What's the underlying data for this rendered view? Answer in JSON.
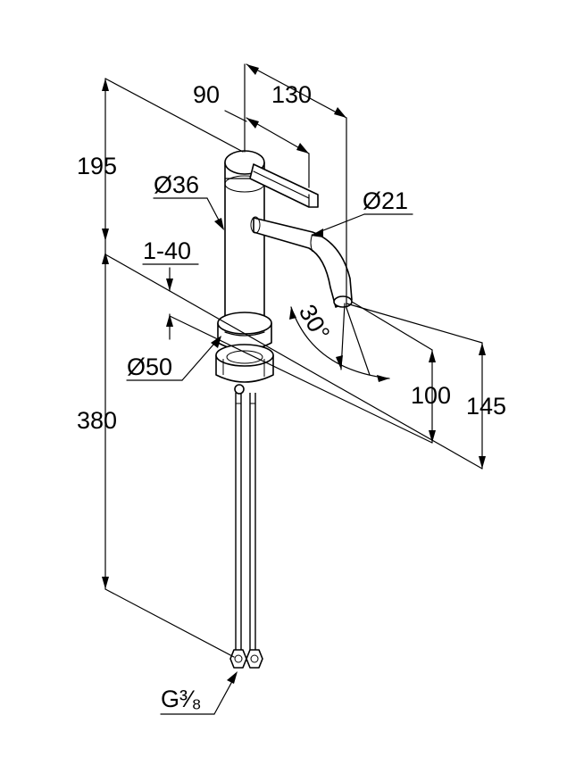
{
  "dimensions": {
    "top_offset": "90",
    "spout_reach": "130",
    "height_above_spout": "195",
    "body_diameter": "Ø36",
    "spout_diameter": "Ø21",
    "deck_thickness": "1-40",
    "spout_angle": "30°",
    "base_diameter": "Ø50",
    "spout_height": "100",
    "total_height_short": "145",
    "hose_length": "380",
    "connection_thread": "G³⁄₈"
  }
}
